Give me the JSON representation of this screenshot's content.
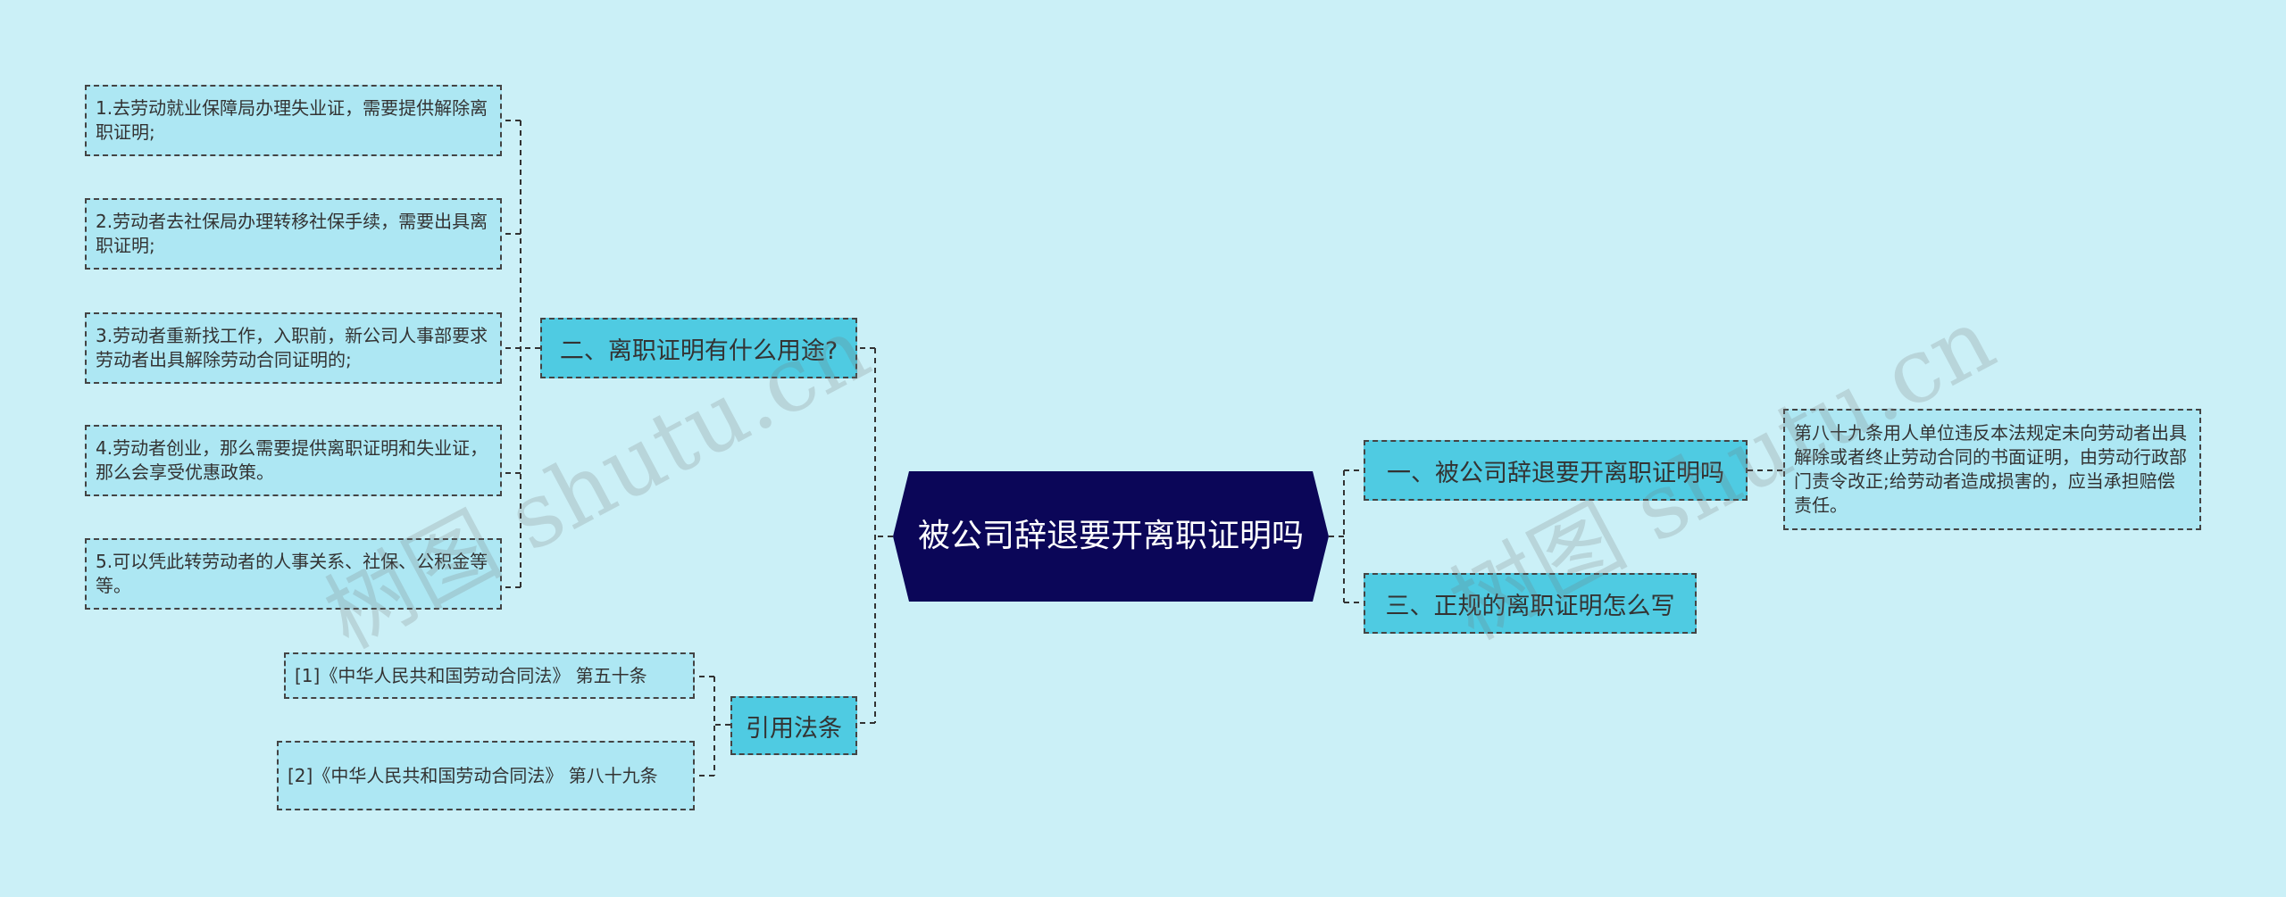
{
  "center": {
    "text": "被公司辞退要开离职证明吗"
  },
  "left_branches": {
    "uses": {
      "label": "二、离职证明有什么用途?",
      "items": [
        "1.去劳动就业保障局办理失业证，需要提供解除离职证明;",
        "2.劳动者去社保局办理转移社保手续，需要出具离职证明;",
        "3.劳动者重新找工作，入职前，新公司人事部要求劳动者出具解除劳动合同证明的;",
        "4.劳动者创业，那么需要提供离职证明和失业证，那么会享受优惠政策。",
        "5.可以凭此转劳动者的人事关系、社保、公积金等等。"
      ]
    },
    "refs": {
      "label": "引用法条",
      "items": [
        "[1]《中华人民共和国劳动合同法》 第五十条",
        "[2]《中华人民共和国劳动合同法》 第八十九条"
      ]
    }
  },
  "right_branches": {
    "first": {
      "label": "一、被公司辞退要开离职证明吗",
      "detail": "第八十九条用人单位违反本法规定未向劳动者出具解除或者终止劳动合同的书面证明，由劳动行政部门责令改正;给劳动者造成损害的，应当承担赔偿责任。"
    },
    "third": {
      "label": "三、正规的离职证明怎么写"
    }
  },
  "watermark": {
    "left": "树图 shutu.cn",
    "right": "树图 shutu.cn"
  },
  "colors": {
    "background": "#cbf0f7",
    "center_fill": "#0b0658",
    "branch_fill": "#4fcbe2",
    "leaf_fill": "#ade7f3",
    "line": "#333333"
  }
}
